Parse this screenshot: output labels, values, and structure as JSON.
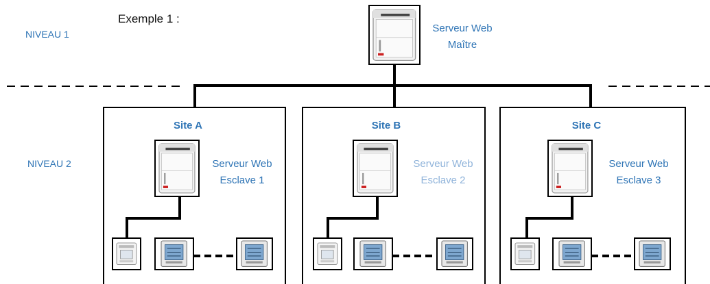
{
  "example_title": "Exemple 1 :",
  "levels": {
    "level1": "NIVEAU 1",
    "level2": "NIVEAU 2"
  },
  "master": {
    "line1": "Serveur Web",
    "line2": "Maître"
  },
  "sites": [
    {
      "title": "Site A",
      "label_line1": "Serveur Web",
      "label_line2": "Esclave 1"
    },
    {
      "title": "Site B",
      "label_line1": "Serveur Web",
      "label_line2": "Esclave 2"
    },
    {
      "title": "Site C",
      "label_line1": "Serveur Web",
      "label_line2": "Esclave 3"
    }
  ],
  "colors": {
    "label_blue": "#2e74b5",
    "label_light_blue": "#8fb3da",
    "line": "#000000"
  }
}
